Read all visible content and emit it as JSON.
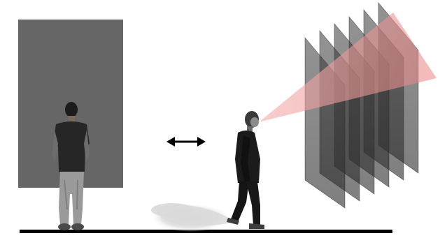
{
  "scene": {
    "background_color": "#ffffff",
    "ground_color": "#000000",
    "left_panel_color": "#666666",
    "shadow_color": "#d9d9d9",
    "view_cone_color": "#f08a8a",
    "plane_fill_color": "#2e2e2e",
    "figures": [
      {
        "name": "standing-person-back-view",
        "pose": "standing"
      },
      {
        "name": "walking-person-side-view",
        "pose": "walking"
      }
    ],
    "arrow_icon": "double-headed-arrow-icon",
    "planes_count": 6
  }
}
